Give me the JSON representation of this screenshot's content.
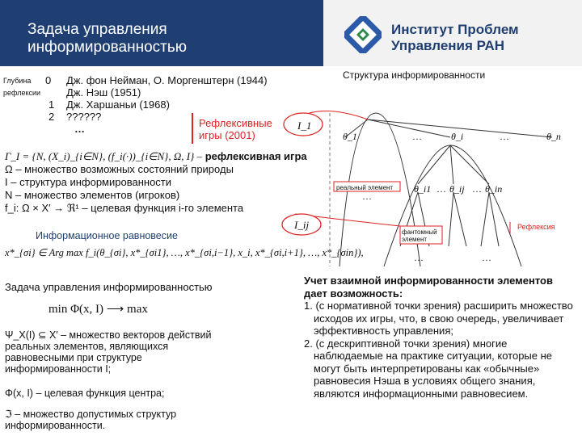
{
  "header": {
    "title": "Задача управления информированностью",
    "institute": "Институт Проблем Управления РАН"
  },
  "history": {
    "depth_label_1": "Глубина",
    "depth_label_2": "рефлексии",
    "rows": [
      {
        "level": "0",
        "text": "Дж. фон Нейман, О. Моргенштерн (1944)"
      },
      {
        "level": "",
        "text": "Дж. Нэш (1951)"
      },
      {
        "level": "1",
        "text": "Дж. Харшаньи (1968)"
      },
      {
        "level": "2",
        "text": "??????"
      }
    ],
    "ellipsis": "…",
    "reflexive_games": "Рефлексивные игры (2001)"
  },
  "definitions": {
    "game_line_formula": "Γ_I = {N, (X_i)_{i∈N}, (f_i(·))_{i∈N}, Ω, I} –",
    "game_line_label": "рефлексивная игра",
    "omega": "Ω – множество возможных состояний природы",
    "structure": "I – структура информированности",
    "n": "N – множество элементов (игроков)",
    "f": "f_i: Ω × X′ → ℜ¹ – целевая функция i-го элемента"
  },
  "equilibrium": {
    "title": "Информационное равновесие",
    "formula": "x*_{σi} ∈ Arg max f_i(θ_{σi}, x*_{σi1}, …, x*_{σi,i−1}, x_i, x*_{σi,i+1}, …, x*_{σin}),"
  },
  "task": {
    "title": "Задача управления информированностью",
    "objective": "min Φ(x, I) ⟶ max",
    "psi": "Ψ_X(I) ⊆ X′ – множество векторов действий реальных элементов, являющихся равновесными при структуре информированности I;",
    "phi": "Φ(x, I) – целевая функция центра;",
    "set": "ℑ – множество допустимых структур информированности."
  },
  "diagram": {
    "title": "Структура информированности",
    "root": "I_1",
    "level1": [
      "θ_1",
      "…",
      "θ_i",
      "…",
      "θ_n"
    ],
    "level2": [
      "θ_i1",
      "…",
      "θ_ij",
      "…",
      "θ_in"
    ],
    "level2_ellipsis": "…",
    "real_element": "реальный элемент",
    "phantom_element": "фантомный элемент",
    "iij": "I_ij",
    "reflexion": "Рефлексия",
    "bottom_ellipsis": [
      "…",
      "…"
    ]
  },
  "conclusions": {
    "heading": "Учет взаимной информированности элементов дает возможность:",
    "items": [
      "1. (с нормативной точки зрения) расширить множество исходов их игры, что, в свою очередь, увеличивает эффективность управления;",
      "2. (с дескриптивной точки зрения) многие наблюдаемые на практике ситуации, которые не могут быть интерпретированы как «обычные» равновесия Нэша в условиях общего знания, являются информационными равновесием."
    ]
  }
}
